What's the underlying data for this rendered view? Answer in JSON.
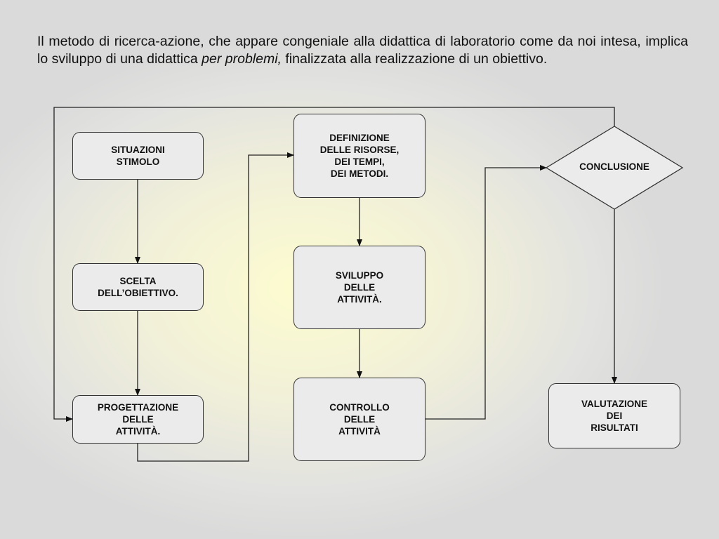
{
  "intro": {
    "before": "Il metodo di ricerca-azione, che appare congeniale alla didattica di laboratorio come da noi intesa, implica lo sviluppo di una didattica ",
    "emphasis": "per problemi,",
    "after": " finalizzata alla realizzazione di un obiettivo."
  },
  "nodes": {
    "situazioni": "SITUAZIONI\nSTIMOLO",
    "scelta": "SCELTA\nDELL’OBIETTIVO.",
    "progettazione": "PROGETTAZIONE\nDELLE\nATTIVITÀ.",
    "definizione": "DEFINIZIONE\nDELLE RISORSE,\nDEI TEMPI,\nDEI METODI.",
    "sviluppo": "SVILUPPO\nDELLE\nATTIVITÀ.",
    "controllo": "CONTROLLO\nDELLE\nATTIVITÀ",
    "conclusione": "CONCLUSIONE",
    "valutazione": "VALUTAZIONE\nDEI\nRISULTATI"
  }
}
